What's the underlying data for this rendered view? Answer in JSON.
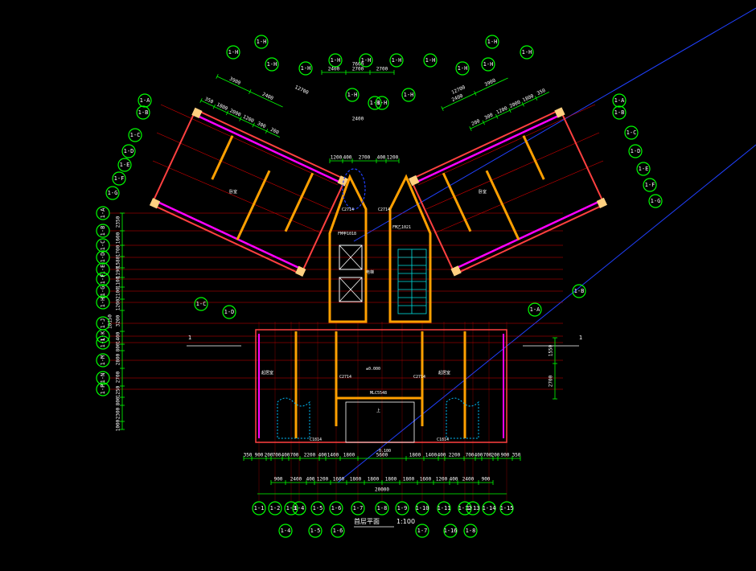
{
  "drawing": {
    "title": "首层平面",
    "scale": "1:100",
    "section_mark": "1",
    "colors": {
      "background": "#000000",
      "dimension": "#00ff00",
      "axis_line": "#ff0000",
      "wall": "#ff4040",
      "wall_fill": "#ffa000",
      "column": "#ffd080",
      "glazing": "#ff00ff",
      "stair": "#00e0e0",
      "furniture": "#00c0ff",
      "ref_line": "#2040ff",
      "text": "#ffffff"
    }
  },
  "top_dims": {
    "overall": "7600",
    "parts": [
      "2400",
      "2700",
      "2700"
    ],
    "inner": [
      "1200",
      "400",
      "2700",
      "400",
      "1200"
    ],
    "core_width": "2400",
    "left_wing": [
      "3900",
      "2400"
    ],
    "right_wing": [
      "2400",
      "3900"
    ],
    "left_total": "12700",
    "right_total": "12700",
    "left_small": [
      "350",
      "1800",
      "2000",
      "1200",
      "300",
      "200"
    ],
    "right_small": [
      "200",
      "300",
      "1200",
      "2000",
      "1800",
      "350"
    ]
  },
  "top_axes": [
    "1-H",
    "1-H",
    "1-H",
    "1-H"
  ],
  "left_dims": [
    "2350",
    "1600",
    "1700",
    "1580",
    "1190",
    "1100",
    "2100",
    "1200",
    "3200",
    "1400",
    "800",
    "2800",
    "2700",
    "1250",
    "800",
    "2300",
    "1000"
  ],
  "left_axes": [
    "1-A",
    "1-B",
    "1-C",
    "1-D",
    "1-E",
    "1-F",
    "1-G",
    "1-H",
    "1-J",
    "1-K",
    "1-L",
    "1-M",
    "1-N",
    "1-P"
  ],
  "left_overall": "18150",
  "right_dims": [
    "1550",
    "2700"
  ],
  "right_axes": [
    "1-A",
    "1-B",
    "1-C",
    "1-D",
    "1-E",
    "1-F",
    "1-G"
  ],
  "bottom_dims_row1": [
    "350",
    "900",
    "200",
    "700",
    "400",
    "700",
    "2200",
    "400",
    "1400",
    "1800",
    "5600",
    "1800",
    "1400",
    "400",
    "2200",
    "700",
    "400",
    "700",
    "200",
    "900",
    "350"
  ],
  "bottom_dims_row2": [
    "900",
    "2400",
    "400",
    "1200",
    "1600",
    "1800",
    "1800",
    "1800",
    "1800",
    "1600",
    "1200",
    "400",
    "2400",
    "900"
  ],
  "bottom_overall": "20000",
  "bottom_axes": [
    "1-1",
    "1-2",
    "1-3",
    "1-4",
    "1-5",
    "1-6",
    "1-7",
    "1-8",
    "1-9",
    "1-10",
    "1-11",
    "1-12",
    "1-13",
    "1-14",
    "1-15",
    "1-16"
  ],
  "labels": {
    "elevator": "电梯",
    "lobby_level": "±0.000",
    "room_left": "起居室",
    "room_right": "起居室",
    "wing_left": "卧室",
    "wing_right": "卧室",
    "door_main": "MLC5548",
    "door_top_left": "FM甲1018",
    "door_top_right": "FM乙1021",
    "window_c1": "C2714",
    "window_c2": "C2714",
    "window_c3": "C2714",
    "window_c4": "C2714",
    "window_left_bottom": "C1814",
    "window_right_bottom": "C1814",
    "elev_level": "-0.100",
    "up_mark": "上"
  }
}
